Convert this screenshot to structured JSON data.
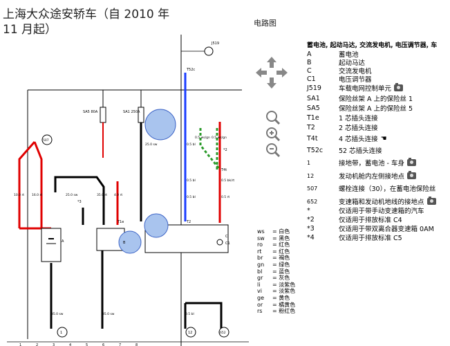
{
  "title": "上海大众途安轿车（自 2010 年 11 月起）",
  "subtitle": "电路图",
  "diagram": {
    "components": [
      "J519",
      "SA5",
      "SA1",
      "T52c",
      "T4t",
      "T2",
      "T1e",
      "C",
      "C1",
      "A",
      "B"
    ],
    "wire_labels": [
      "10.0 rt",
      "16.0 rt",
      "25.0 sw",
      "35.0 rt",
      "4.0 rt",
      "25.0 sw",
      "0.5 bl",
      "0.5 ws/gn",
      "0.5 ws/gn",
      "0.5 bl",
      "0.5 bl",
      "0.5 rt",
      "0.5 bk/rt",
      "35.0 sw",
      "35.0 sw",
      "0.5 bl"
    ],
    "fuses": [
      "SA5 80A",
      "SA1 250A"
    ],
    "ground_points": [
      "1",
      "12",
      "652",
      "507"
    ],
    "bottom_numbers": [
      "1",
      "2",
      "3",
      "4",
      "5",
      "6",
      "7",
      "8"
    ],
    "markers": [
      "*3",
      "*2"
    ]
  },
  "tools": [
    "pan-icon",
    "zoom-in-icon",
    "zoom-fit-icon",
    "zoom-out-icon"
  ],
  "legend": {
    "title": "蓄电池, 起动马达, 交流发电机, 电压调节器, 车",
    "rows": [
      {
        "code": "A",
        "desc": "蓄电池",
        "camera": false
      },
      {
        "code": "B",
        "desc": "起动马达",
        "camera": false
      },
      {
        "code": "C",
        "desc": "交流发电机",
        "camera": false
      },
      {
        "code": "C1",
        "desc": "电压调节器",
        "camera": false
      },
      {
        "code": "J519",
        "desc": "车载电网控制单元",
        "camera": true
      },
      {
        "code": "SA1",
        "desc": "保险丝架 A 上的保险丝 1",
        "camera": false
      },
      {
        "code": "SA5",
        "desc": "保险丝架 A 上的保险丝 5",
        "camera": false
      },
      {
        "code": "T1e",
        "desc": "1 芯插头连接",
        "camera": false
      },
      {
        "code": "T2",
        "desc": "2 芯插头连接",
        "camera": false
      },
      {
        "code": "T4t",
        "desc": "4 芯插头连接",
        "camera": false
      },
      {
        "code": "T52c",
        "desc": "52 芯插头连接",
        "camera": false
      },
      {
        "code": "1",
        "desc": "接地带，蓄电池 - 车身",
        "camera": true
      },
      {
        "code": "12",
        "desc": "发动机舱内左侧接地点",
        "camera": true
      },
      {
        "code": "507",
        "desc": "螺栓连接（30），在蓄电池保险丝",
        "camera": false
      },
      {
        "code": "652",
        "desc": "变速箱和发动机地线的接地点",
        "camera": true
      },
      {
        "code": "*",
        "desc": "仅适用于带手动变速箱的汽车",
        "camera": false
      },
      {
        "code": "*2",
        "desc": "仅适用于排放标准 C4",
        "camera": false
      },
      {
        "code": "*3",
        "desc": "仅适用于带双离合器变速箱 0AM",
        "camera": false
      },
      {
        "code": "*4",
        "desc": "仅适用于排放标准 C5",
        "camera": false
      }
    ]
  },
  "wire_colors": [
    {
      "code": "ws",
      "name": "白色"
    },
    {
      "code": "sw",
      "name": "黑色"
    },
    {
      "code": "ro",
      "name": "红色"
    },
    {
      "code": "rt",
      "name": "红色"
    },
    {
      "code": "br",
      "name": "褐色"
    },
    {
      "code": "gn",
      "name": "绿色"
    },
    {
      "code": "bl",
      "name": "蓝色"
    },
    {
      "code": "gr",
      "name": "灰色"
    },
    {
      "code": "li",
      "name": "淡紫色"
    },
    {
      "code": "vi",
      "name": "淡紫色"
    },
    {
      "code": "ge",
      "name": "黄色"
    },
    {
      "code": "or",
      "name": "橘黄色"
    },
    {
      "code": "rs",
      "name": "粉红色"
    }
  ],
  "colors": {
    "red": "#e00000",
    "blue_wire": "#1a3cff",
    "green_wire": "#2a9a2a",
    "black_wire": "#000000",
    "highlight": "#a9c4ee"
  }
}
